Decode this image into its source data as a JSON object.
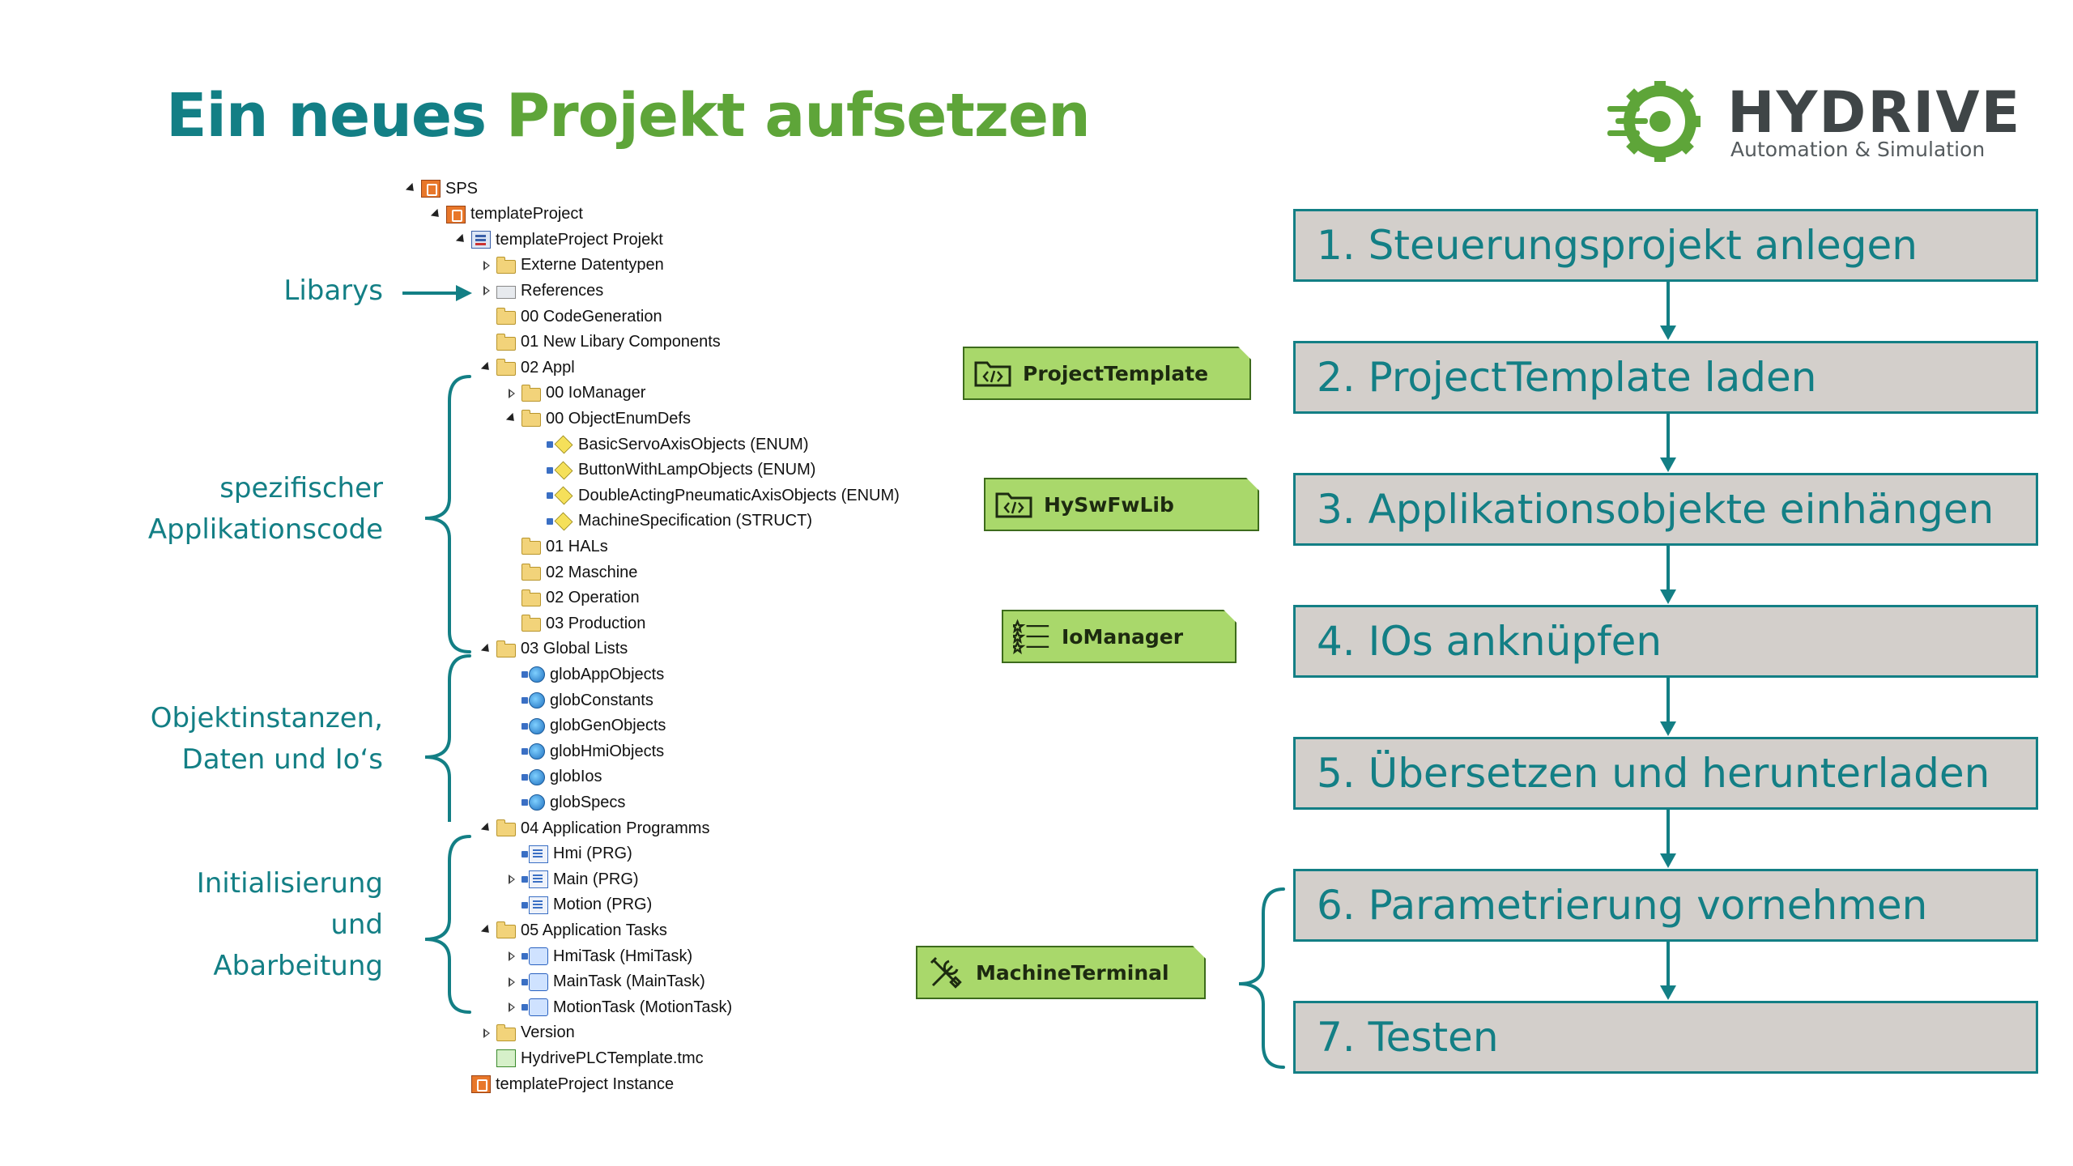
{
  "title": {
    "part1": "Ein neues",
    "part2": "Projekt aufsetzen"
  },
  "logo": {
    "name": "HYDRIVE",
    "tagline": "Automation & Simulation",
    "accent": "#5ea539",
    "text_color": "#3f4547"
  },
  "colors": {
    "teal": "#137f85",
    "green": "#5ea539",
    "step_bg": "#d3cfcb",
    "tag_bg": "#a9d86b"
  },
  "tree": [
    {
      "label": "SPS",
      "icon": "sps-icon",
      "toggle": "expanded"
    },
    {
      "label": "templateProject",
      "icon": "sps-icon",
      "toggle": "expanded"
    },
    {
      "label": "templateProject Projekt",
      "icon": "project-icon",
      "toggle": "expanded"
    },
    {
      "label": "Externe Datentypen",
      "icon": "folder-icon",
      "toggle": "collapsed"
    },
    {
      "label": "References",
      "icon": "references-icon",
      "toggle": "collapsed"
    },
    {
      "label": "00 CodeGeneration",
      "icon": "folder-icon",
      "toggle": "none"
    },
    {
      "label": "01 New Libary Components",
      "icon": "folder-icon",
      "toggle": "none"
    },
    {
      "label": "02 Appl",
      "icon": "folder-open-icon",
      "toggle": "expanded"
    },
    {
      "label": "00 IoManager",
      "icon": "folder-icon",
      "toggle": "collapsed"
    },
    {
      "label": "00 ObjectEnumDefs",
      "icon": "folder-open-icon",
      "toggle": "expanded"
    },
    {
      "label": "BasicServoAxisObjects (ENUM)",
      "icon": "enum-icon",
      "toggle": "none"
    },
    {
      "label": "ButtonWithLampObjects (ENUM)",
      "icon": "enum-icon",
      "toggle": "none"
    },
    {
      "label": "DoubleActingPneumaticAxisObjects (ENUM)",
      "icon": "enum-icon",
      "toggle": "none"
    },
    {
      "label": "MachineSpecification (STRUCT)",
      "icon": "enum-icon",
      "toggle": "none"
    },
    {
      "label": "01 HALs",
      "icon": "folder-icon",
      "toggle": "none"
    },
    {
      "label": "02 Maschine",
      "icon": "folder-icon",
      "toggle": "none"
    },
    {
      "label": "02 Operation",
      "icon": "folder-icon",
      "toggle": "none"
    },
    {
      "label": "03 Production",
      "icon": "folder-icon",
      "toggle": "none"
    },
    {
      "label": "03 Global Lists",
      "icon": "folder-open-icon",
      "toggle": "expanded"
    },
    {
      "label": "globAppObjects",
      "icon": "globe-icon",
      "toggle": "none"
    },
    {
      "label": "globConstants",
      "icon": "globe-icon",
      "toggle": "none"
    },
    {
      "label": "globGenObjects",
      "icon": "globe-icon",
      "toggle": "none"
    },
    {
      "label": "globHmiObjects",
      "icon": "globe-icon",
      "toggle": "none"
    },
    {
      "label": "globIos",
      "icon": "globe-icon",
      "toggle": "none"
    },
    {
      "label": "globSpecs",
      "icon": "globe-icon",
      "toggle": "none"
    },
    {
      "label": "04 Application Programms",
      "icon": "folder-open-icon",
      "toggle": "expanded"
    },
    {
      "label": "Hmi (PRG)",
      "icon": "program-icon",
      "toggle": "none"
    },
    {
      "label": "Main (PRG)",
      "icon": "program-icon",
      "toggle": "collapsed"
    },
    {
      "label": "Motion (PRG)",
      "icon": "program-icon",
      "toggle": "none"
    },
    {
      "label": "05 Application Tasks",
      "icon": "folder-open-icon",
      "toggle": "expanded"
    },
    {
      "label": "HmiTask (HmiTask)",
      "icon": "task-icon",
      "toggle": "collapsed"
    },
    {
      "label": "MainTask (MainTask)",
      "icon": "task-icon",
      "toggle": "collapsed"
    },
    {
      "label": "MotionTask (MotionTask)",
      "icon": "task-icon",
      "toggle": "collapsed"
    },
    {
      "label": "Version",
      "icon": "folder-icon",
      "toggle": "collapsed"
    },
    {
      "label": "HydrivePLCTemplate.tmc",
      "icon": "tmc-icon",
      "toggle": "none"
    },
    {
      "label": "templateProject Instance",
      "icon": "sps-icon",
      "toggle": "none"
    }
  ],
  "annotations": {
    "libarys": "Libarys",
    "app_code": [
      "spezifischer",
      "Applikationscode"
    ],
    "instances": [
      "Objektinstanzen,",
      "Daten und Io‘s"
    ],
    "init": [
      "Initialisierung",
      "und",
      "Abarbeitung"
    ]
  },
  "tags": [
    {
      "label": "ProjectTemplate",
      "icon": "code-folder-icon"
    },
    {
      "label": "HySwFwLib",
      "icon": "code-folder-icon"
    },
    {
      "label": "IoManager",
      "icon": "star-list-icon"
    },
    {
      "label": "MachineTerminal",
      "icon": "tools-icon"
    }
  ],
  "steps": [
    "1. Steuerungsprojekt anlegen",
    "2. ProjectTemplate laden",
    "3. Applikationsobjekte einhängen",
    "4. IOs anknüpfen",
    "5. Übersetzen und herunterladen",
    "6. Parametrierung vornehmen",
    "7. Testen"
  ]
}
